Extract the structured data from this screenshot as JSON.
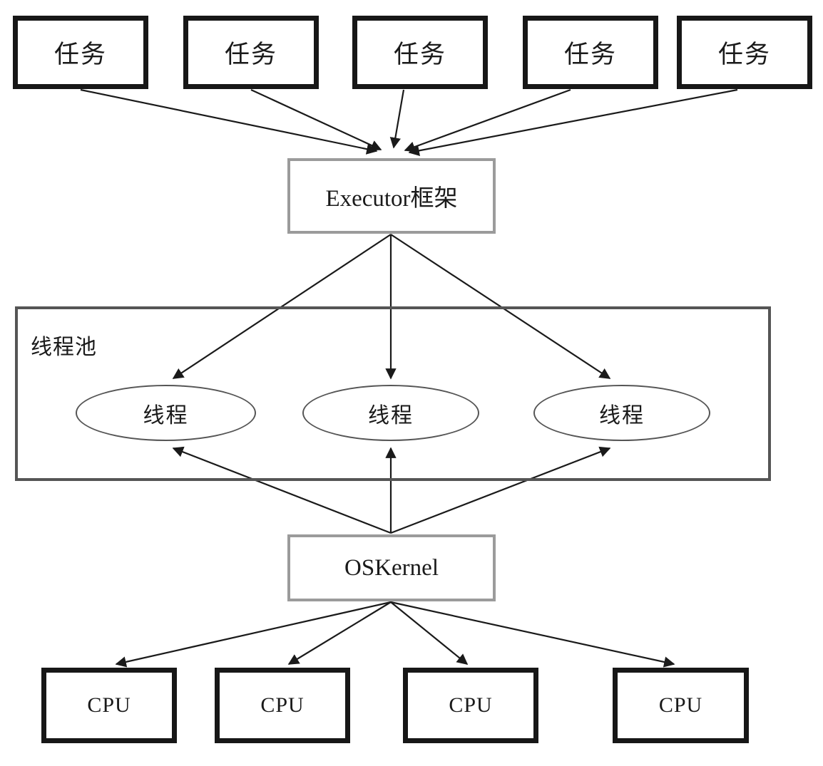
{
  "diagram": {
    "title": "Executor framework, thread pool, OS kernel and CPU relationship diagram",
    "colors": {
      "task_border": "#171717",
      "cpu_border": "#171717",
      "framework_border": "#9b9b9b",
      "pool_border": "#555555",
      "ellipse_border": "#555555",
      "edge_stroke": "#1a1a1a",
      "background": "#ffffff",
      "text": "#1a1a1a"
    },
    "tasks": [
      {
        "label": "任务"
      },
      {
        "label": "任务"
      },
      {
        "label": "任务"
      },
      {
        "label": "任务"
      },
      {
        "label": "任务"
      }
    ],
    "executor": {
      "label": "Executor框架"
    },
    "thread_pool": {
      "label": "线程池",
      "threads": [
        {
          "label": "线程"
        },
        {
          "label": "线程"
        },
        {
          "label": "线程"
        }
      ]
    },
    "kernel": {
      "label": "OSKernel"
    },
    "cpus": [
      {
        "label": "CPU"
      },
      {
        "label": "CPU"
      },
      {
        "label": "CPU"
      },
      {
        "label": "CPU"
      }
    ]
  }
}
